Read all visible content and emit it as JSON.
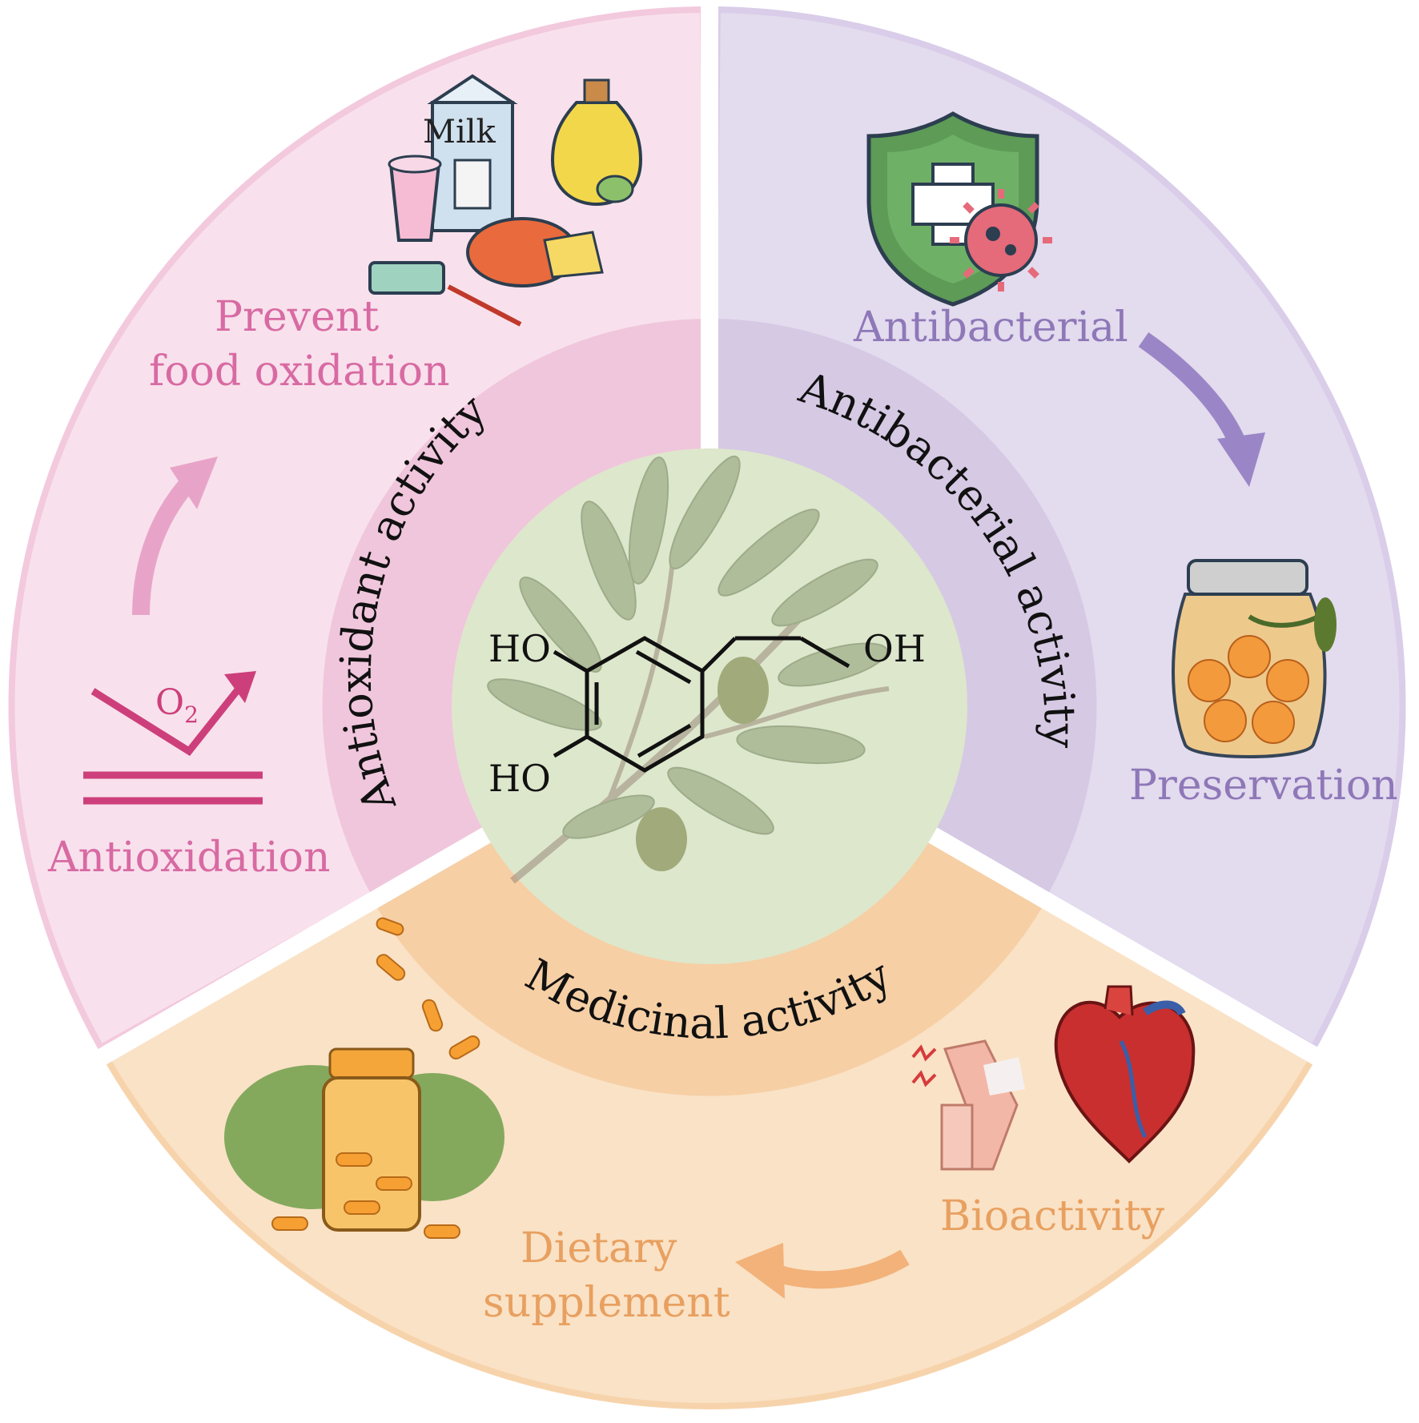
{
  "center": {
    "molecule": {
      "ho_top": "HO",
      "ho_bottom": "HO",
      "oh": "OH"
    },
    "illustration": "olive-branch-icon"
  },
  "sections": {
    "antioxidant": {
      "ring_label": "Antioxidant activity",
      "upper_label_line1": "Prevent",
      "upper_label_line2": "food oxidation",
      "lower_label": "Antioxidation",
      "o2_label": "O",
      "o2_subscript": "2",
      "carton_text": "Milk",
      "icons": [
        "food-products-icon",
        "antioxidation-symbol-icon",
        "up-arrow-icon"
      ]
    },
    "antibacterial": {
      "ring_label": "Antibacterial activity",
      "upper_label": "Antibacterial",
      "lower_label": "Preservation",
      "icons": [
        "shield-bacteria-icon",
        "preserved-fruit-jar-icon",
        "down-arrow-icon"
      ]
    },
    "medicinal": {
      "ring_label": "Medicinal activity",
      "right_label": "Bioactivity",
      "left_label_line1": "Dietary",
      "left_label_line2": "supplement",
      "icons": [
        "supplement-bottle-icon",
        "knee-joint-icon",
        "heart-icon",
        "left-arrow-icon"
      ]
    }
  },
  "colors": {
    "pink_outer": "#f8e1ec",
    "pink_inner": "#f0c6dc",
    "pink_text": "#d86aa3",
    "purple_outer": "#e3dbee",
    "purple_inner": "#d6c9e4",
    "purple_text": "#8e78b8",
    "orange_outer": "#fae2c6",
    "orange_inner": "#f6cfa5",
    "orange_text": "#e8a060",
    "center_fill": "#dde7cc"
  }
}
